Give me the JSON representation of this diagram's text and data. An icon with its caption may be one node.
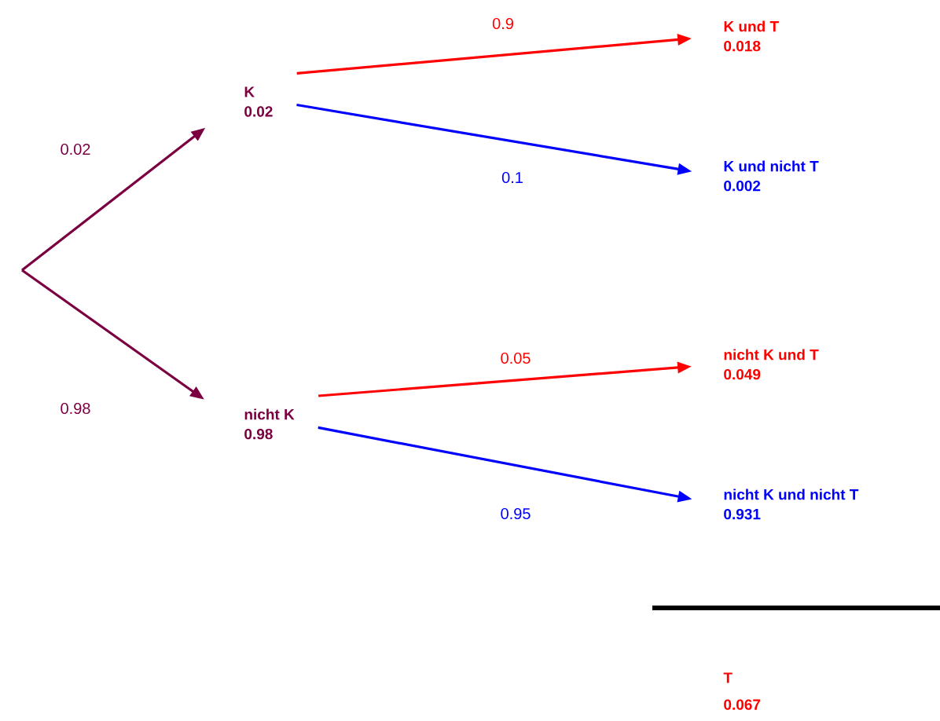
{
  "diagram": {
    "nodes": [
      {
        "text": [
          "K",
          "0.02"
        ]
      },
      {
        "text": [
          "nicht K",
          "0.98"
        ]
      },
      {
        "text": [
          "K und T",
          "0.018"
        ]
      },
      {
        "text": [
          "K und nicht T",
          "0.002"
        ]
      },
      {
        "text": [
          "nicht K und T",
          "0.049"
        ]
      },
      {
        "text": [
          "nicht K und  nicht T",
          "0.931"
        ]
      }
    ],
    "edges": [
      {
        "from": null,
        "to": 0,
        "arrow": "to",
        "label": "0.02",
        "color": "#7b0041"
      },
      {
        "from": null,
        "to": 1,
        "arrow": "to",
        "label": "0.98",
        "color": "#7b0041"
      },
      {
        "from": 0,
        "to": 2,
        "arrow": "to",
        "label": "0.9",
        "color": "#ff0000"
      },
      {
        "from": 0,
        "to": 3,
        "arrow": "to",
        "label": "0.1",
        "color": "#0000ff"
      },
      {
        "from": 1,
        "to": 4,
        "arrow": "to",
        "label": "0.05",
        "color": "#ff0000"
      },
      {
        "from": 1,
        "to": 5,
        "arrow": "to",
        "label": "0.95",
        "color": "#0000ff"
      }
    ],
    "labels": [
      "T",
      "0.067"
    ]
  }
}
